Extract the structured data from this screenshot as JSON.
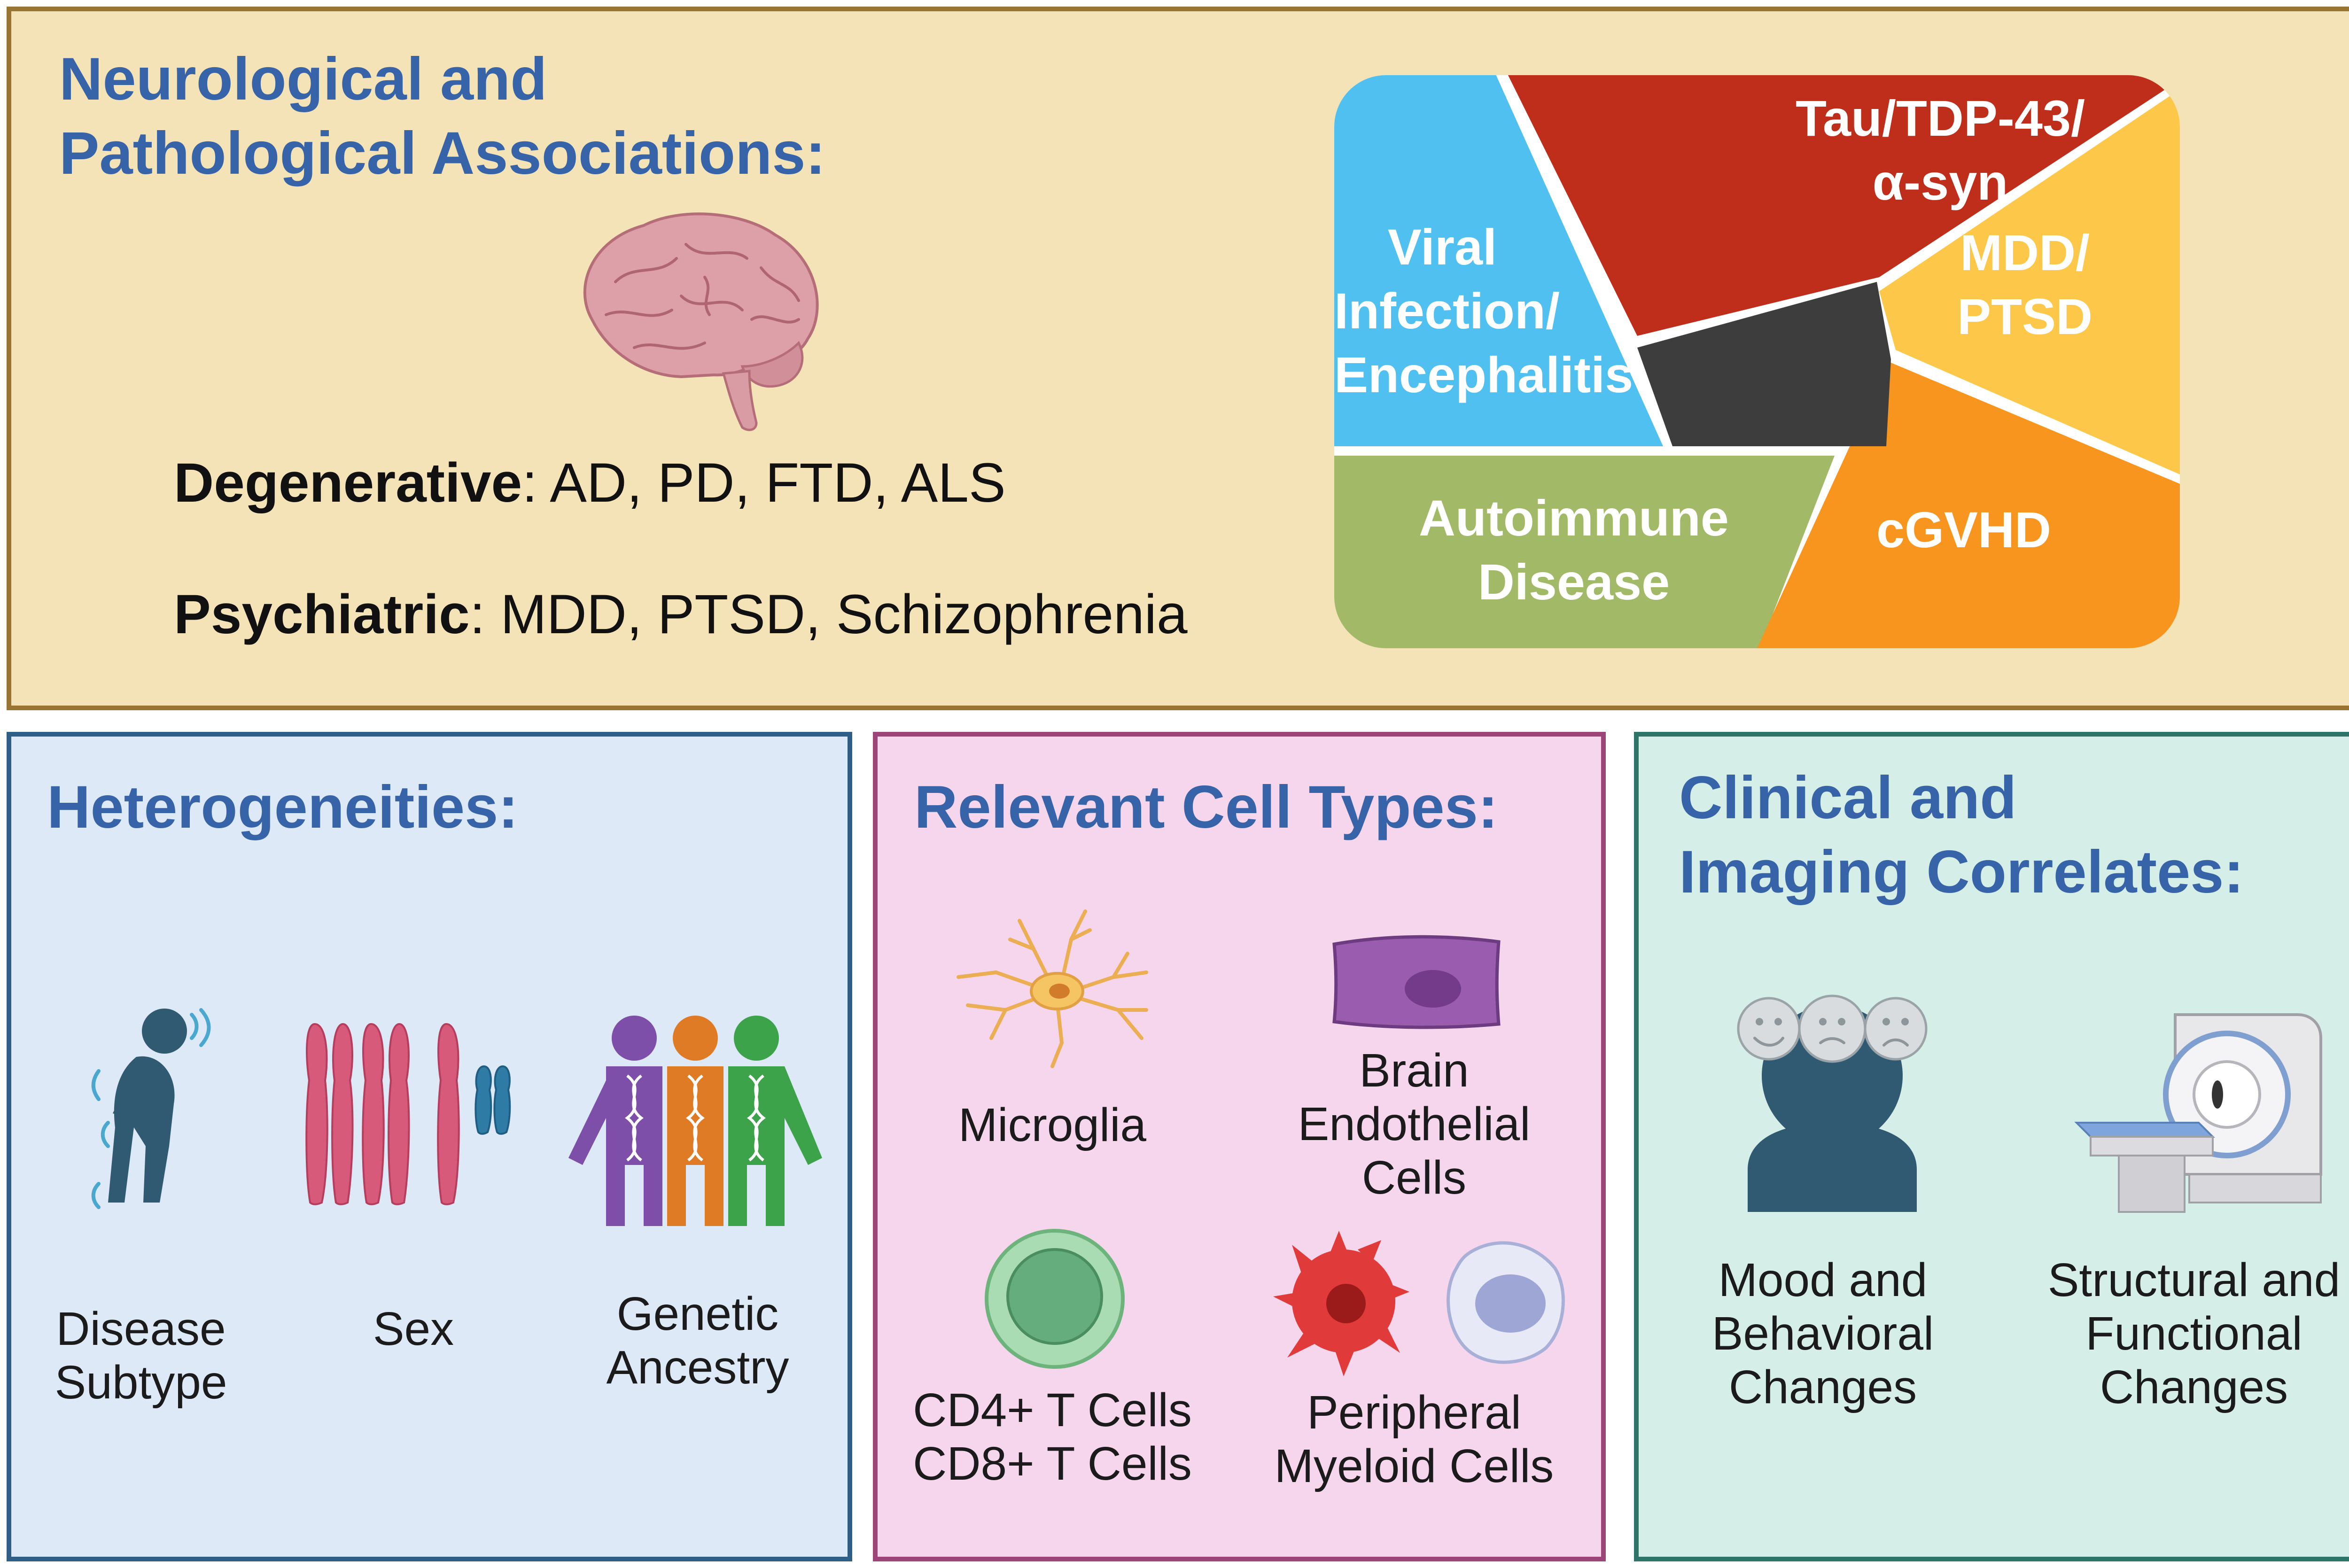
{
  "top": {
    "title_line1": "Neurological and",
    "title_line2": "Pathological Associations:",
    "degenerative_label": "Degenerative",
    "degenerative_list": ": AD, PD, FTD, ALS",
    "psychiatric_label": "Psychiatric",
    "psychiatric_list": ": MDD, PTSD, Schizophrenia",
    "wedges": {
      "tau": [
        "Tau/TDP-43/",
        "α-syn"
      ],
      "viral": [
        "Viral",
        "Infection/",
        "Encephalitis"
      ],
      "mdd": [
        "MDD/",
        "PTSD"
      ],
      "autoimmune": [
        "Autoimmune",
        "Disease"
      ],
      "cgvhd": [
        "cGVHD"
      ]
    },
    "colors": {
      "tau": "#bf2e1a",
      "viral": "#4fc0ef",
      "mdd": "#fdc84a",
      "autoimmune": "#a2ba67",
      "cgvhd": "#f7951f",
      "center": "#3d3d3d"
    }
  },
  "heterogeneities": {
    "title": "Heterogeneities:",
    "items": [
      {
        "lines": [
          "Disease",
          "Subtype"
        ]
      },
      {
        "lines": [
          "Sex"
        ]
      },
      {
        "lines": [
          "Genetic",
          "Ancestry"
        ]
      }
    ]
  },
  "cells": {
    "title": "Relevant Cell Types:",
    "items": [
      {
        "lines": [
          "Microglia"
        ]
      },
      {
        "lines": [
          "Brain",
          "Endothelial",
          "Cells"
        ]
      },
      {
        "lines": [
          "CD4+ T Cells",
          "CD8+ T Cells"
        ]
      },
      {
        "lines": [
          "Peripheral",
          "Myeloid Cells"
        ]
      }
    ]
  },
  "clinical": {
    "title_line1": "Clinical and",
    "title_line2": "Imaging Correlates:",
    "items": [
      {
        "lines": [
          "Mood and",
          "Behavioral",
          "Changes"
        ]
      },
      {
        "lines": [
          "Structural and",
          "Functional",
          "Changes"
        ]
      }
    ]
  }
}
